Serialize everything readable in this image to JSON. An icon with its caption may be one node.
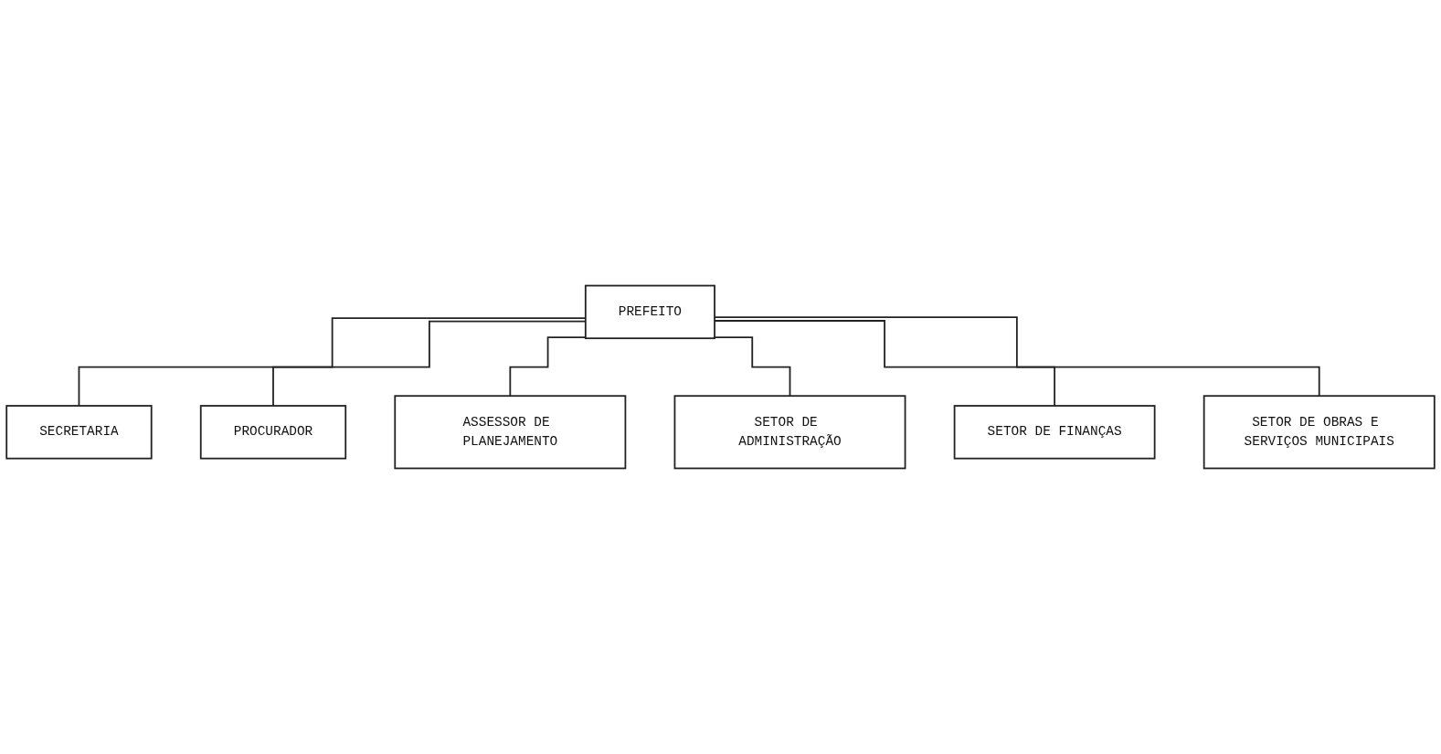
{
  "diagram": {
    "nodes": [
      {
        "text": [
          "PREFEITO"
        ]
      },
      {
        "text": [
          "SECRETARIA"
        ]
      },
      {
        "text": [
          "PROCURADOR"
        ]
      },
      {
        "text": [
          "ASSESSOR DE PLANEJAMENTO"
        ]
      },
      {
        "text": [
          "SETOR DE ADMINISTRAÇÃO"
        ]
      },
      {
        "text": [
          "SETOR DE FINANÇAS"
        ]
      },
      {
        "text": [
          "SETOR DE OBRAS E SERVIÇOS MUNICIPAIS"
        ]
      }
    ],
    "edges": [
      {
        "from": 0,
        "to": 1,
        "arrow": "none"
      },
      {
        "from": 0,
        "to": 2,
        "arrow": "none"
      },
      {
        "from": 0,
        "to": 3,
        "arrow": "none"
      },
      {
        "from": 0,
        "to": 4,
        "arrow": "none"
      },
      {
        "from": 0,
        "to": 5,
        "arrow": "none"
      },
      {
        "from": 0,
        "to": 6,
        "arrow": "none"
      }
    ]
  }
}
